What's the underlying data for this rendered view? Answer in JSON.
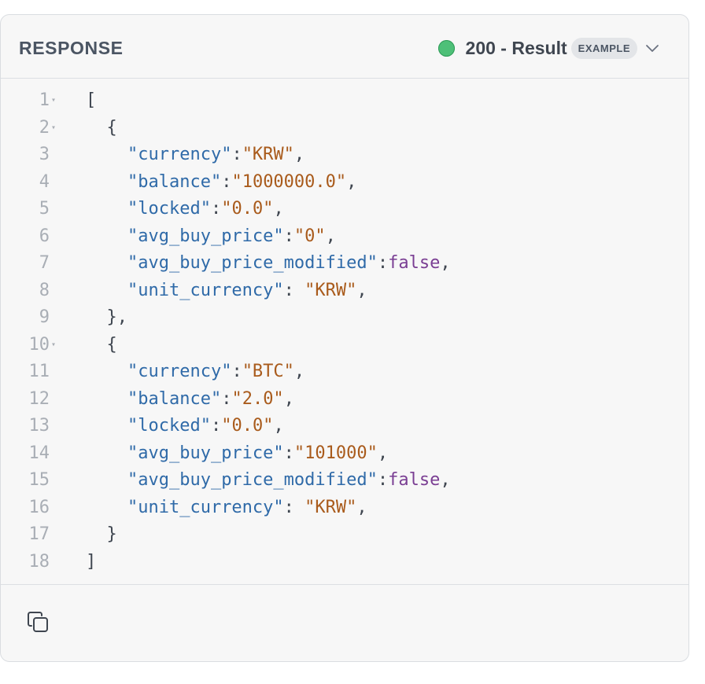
{
  "header": {
    "title": "RESPONSE",
    "status": "200 - Result",
    "badge": "EXAMPLE",
    "status_color": "#4ec078"
  },
  "code": {
    "lines": [
      {
        "num": "1",
        "fold": true,
        "tokens": [
          {
            "t": "p",
            "v": "["
          }
        ]
      },
      {
        "num": "2",
        "fold": true,
        "tokens": [
          {
            "t": "p",
            "v": "  {"
          }
        ]
      },
      {
        "num": "3",
        "fold": false,
        "tokens": [
          {
            "t": "p",
            "v": "    "
          },
          {
            "t": "k",
            "v": "\"currency\""
          },
          {
            "t": "p",
            "v": ":"
          },
          {
            "t": "s",
            "v": "\"KRW\""
          },
          {
            "t": "p",
            "v": ","
          }
        ]
      },
      {
        "num": "4",
        "fold": false,
        "tokens": [
          {
            "t": "p",
            "v": "    "
          },
          {
            "t": "k",
            "v": "\"balance\""
          },
          {
            "t": "p",
            "v": ":"
          },
          {
            "t": "s",
            "v": "\"1000000.0\""
          },
          {
            "t": "p",
            "v": ","
          }
        ]
      },
      {
        "num": "5",
        "fold": false,
        "tokens": [
          {
            "t": "p",
            "v": "    "
          },
          {
            "t": "k",
            "v": "\"locked\""
          },
          {
            "t": "p",
            "v": ":"
          },
          {
            "t": "s",
            "v": "\"0.0\""
          },
          {
            "t": "p",
            "v": ","
          }
        ]
      },
      {
        "num": "6",
        "fold": false,
        "tokens": [
          {
            "t": "p",
            "v": "    "
          },
          {
            "t": "k",
            "v": "\"avg_buy_price\""
          },
          {
            "t": "p",
            "v": ":"
          },
          {
            "t": "s",
            "v": "\"0\""
          },
          {
            "t": "p",
            "v": ","
          }
        ]
      },
      {
        "num": "7",
        "fold": false,
        "tokens": [
          {
            "t": "p",
            "v": "    "
          },
          {
            "t": "k",
            "v": "\"avg_buy_price_modified\""
          },
          {
            "t": "p",
            "v": ":"
          },
          {
            "t": "b",
            "v": "false"
          },
          {
            "t": "p",
            "v": ","
          }
        ]
      },
      {
        "num": "8",
        "fold": false,
        "tokens": [
          {
            "t": "p",
            "v": "    "
          },
          {
            "t": "k",
            "v": "\"unit_currency\""
          },
          {
            "t": "p",
            "v": ": "
          },
          {
            "t": "s",
            "v": "\"KRW\""
          },
          {
            "t": "p",
            "v": ","
          }
        ]
      },
      {
        "num": "9",
        "fold": false,
        "tokens": [
          {
            "t": "p",
            "v": "  },"
          }
        ]
      },
      {
        "num": "10",
        "fold": true,
        "tokens": [
          {
            "t": "p",
            "v": "  {"
          }
        ]
      },
      {
        "num": "11",
        "fold": false,
        "tokens": [
          {
            "t": "p",
            "v": "    "
          },
          {
            "t": "k",
            "v": "\"currency\""
          },
          {
            "t": "p",
            "v": ":"
          },
          {
            "t": "s",
            "v": "\"BTC\""
          },
          {
            "t": "p",
            "v": ","
          }
        ]
      },
      {
        "num": "12",
        "fold": false,
        "tokens": [
          {
            "t": "p",
            "v": "    "
          },
          {
            "t": "k",
            "v": "\"balance\""
          },
          {
            "t": "p",
            "v": ":"
          },
          {
            "t": "s",
            "v": "\"2.0\""
          },
          {
            "t": "p",
            "v": ","
          }
        ]
      },
      {
        "num": "13",
        "fold": false,
        "tokens": [
          {
            "t": "p",
            "v": "    "
          },
          {
            "t": "k",
            "v": "\"locked\""
          },
          {
            "t": "p",
            "v": ":"
          },
          {
            "t": "s",
            "v": "\"0.0\""
          },
          {
            "t": "p",
            "v": ","
          }
        ]
      },
      {
        "num": "14",
        "fold": false,
        "tokens": [
          {
            "t": "p",
            "v": "    "
          },
          {
            "t": "k",
            "v": "\"avg_buy_price\""
          },
          {
            "t": "p",
            "v": ":"
          },
          {
            "t": "s",
            "v": "\"101000\""
          },
          {
            "t": "p",
            "v": ","
          }
        ]
      },
      {
        "num": "15",
        "fold": false,
        "tokens": [
          {
            "t": "p",
            "v": "    "
          },
          {
            "t": "k",
            "v": "\"avg_buy_price_modified\""
          },
          {
            "t": "p",
            "v": ":"
          },
          {
            "t": "b",
            "v": "false"
          },
          {
            "t": "p",
            "v": ","
          }
        ]
      },
      {
        "num": "16",
        "fold": false,
        "tokens": [
          {
            "t": "p",
            "v": "    "
          },
          {
            "t": "k",
            "v": "\"unit_currency\""
          },
          {
            "t": "p",
            "v": ": "
          },
          {
            "t": "s",
            "v": "\"KRW\""
          },
          {
            "t": "p",
            "v": ","
          }
        ]
      },
      {
        "num": "17",
        "fold": false,
        "tokens": [
          {
            "t": "p",
            "v": "  }"
          }
        ]
      },
      {
        "num": "18",
        "fold": false,
        "tokens": [
          {
            "t": "p",
            "v": "]"
          }
        ]
      }
    ]
  },
  "footer": {
    "copy_icon": "copy-icon"
  }
}
